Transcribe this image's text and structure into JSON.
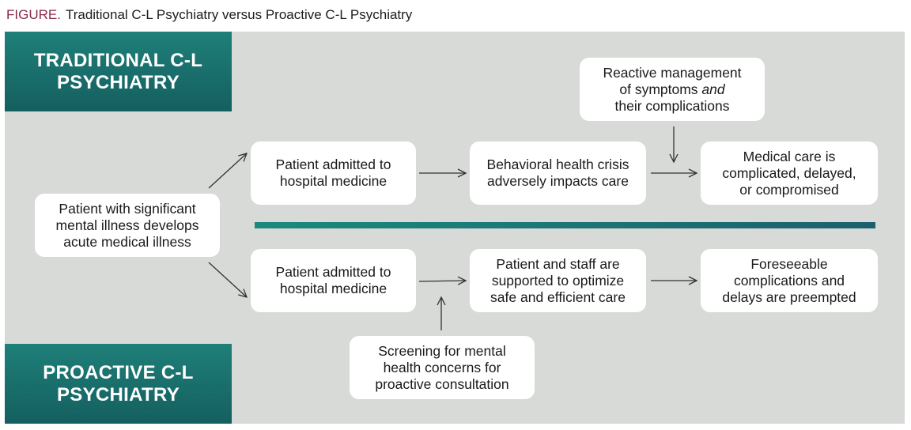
{
  "figure": {
    "label": "FIGURE.",
    "title": "Traditional C-L Psychiatry versus Proactive C-L Psychiatry"
  },
  "banners": {
    "traditional": "TRADITIONAL C-L\nPSYCHIATRY",
    "proactive": "PROACTIVE C-L\nPSYCHIATRY"
  },
  "start": "Patient with significant\nmental illness develops\nacute medical illness",
  "traditional": {
    "admitted": "Patient admitted to\nhospital medicine",
    "crisis": "Behavioral health crisis\nadversely impacts care",
    "reactive_line1": "Reactive management",
    "reactive_line2a": "of symptoms ",
    "reactive_line2b": "and",
    "reactive_line3": "their complications",
    "outcome": "Medical care is\ncomplicated, delayed,\nor compromised"
  },
  "proactive": {
    "admitted": "Patient admitted to\nhospital medicine",
    "supported": "Patient and staff are\nsupported to optimize\nsafe and efficient care",
    "screening": "Screening for mental\nhealth concerns for\nproactive consultation",
    "outcome": "Foreseeable\ncomplications and\ndelays are preempted"
  }
}
